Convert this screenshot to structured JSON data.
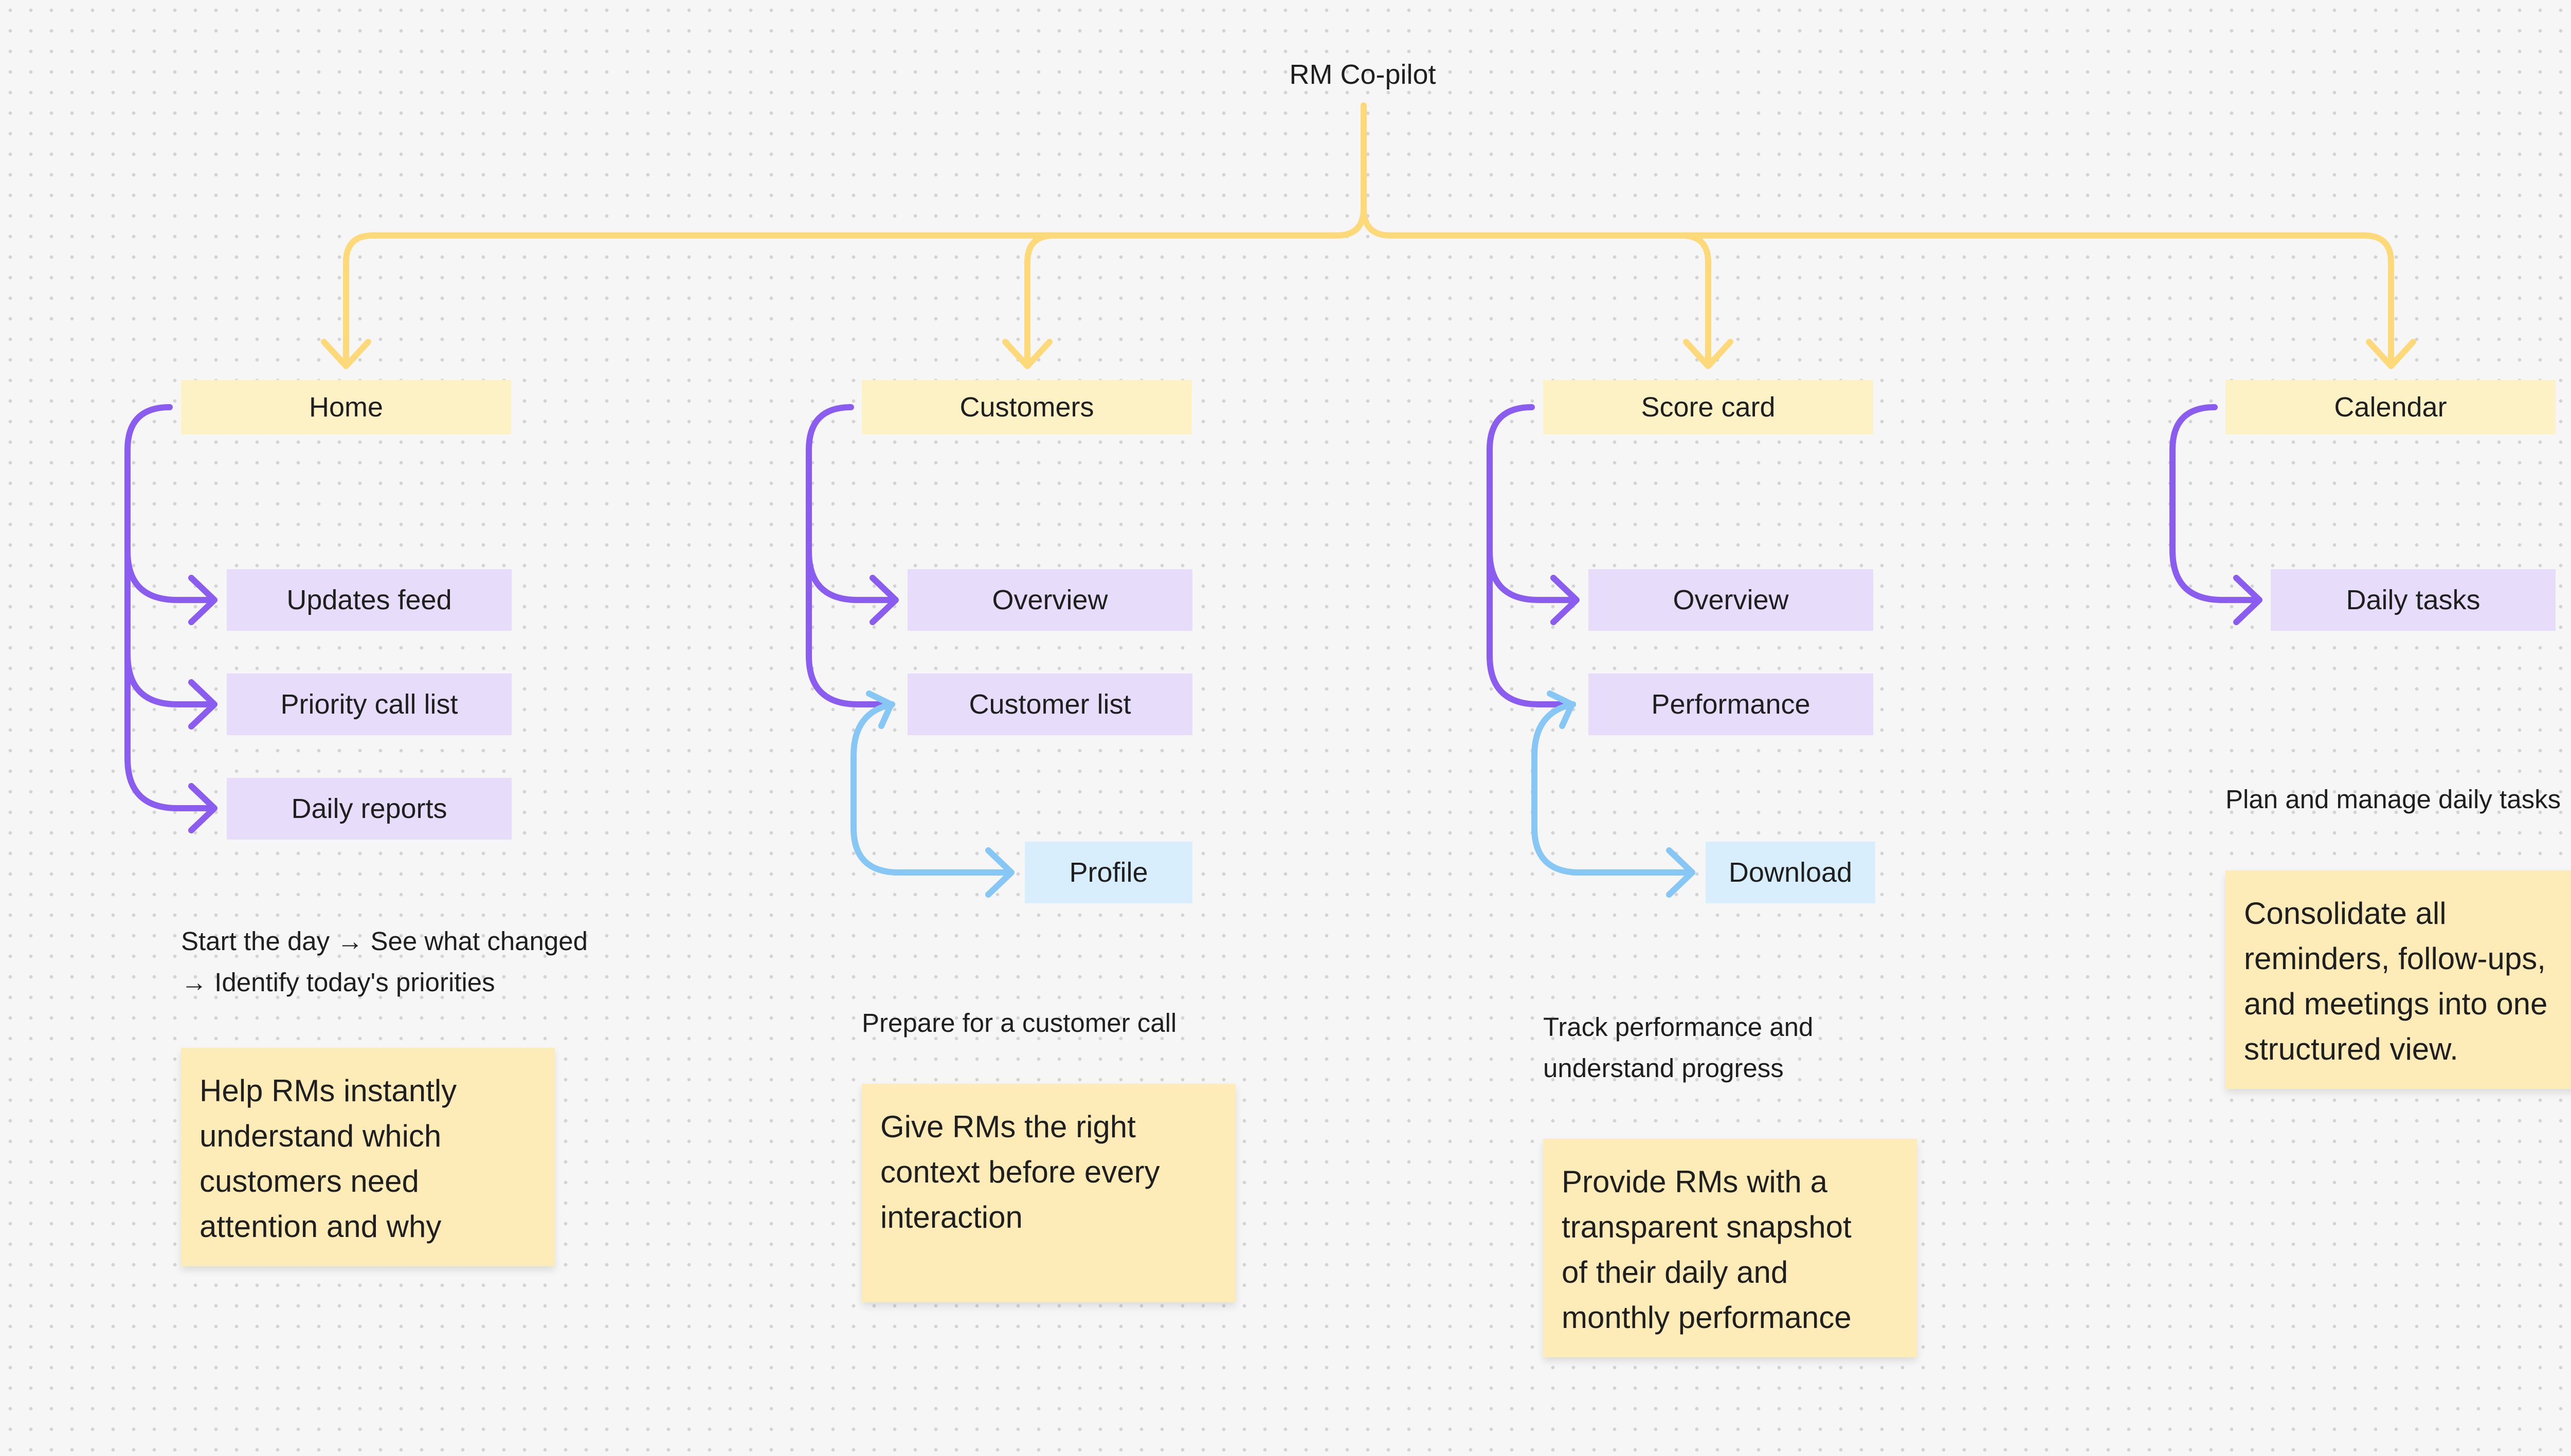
{
  "root": {
    "label": "RM Co-pilot"
  },
  "sections": [
    {
      "label": "Home",
      "children": [
        {
          "label": "Updates feed"
        },
        {
          "label": "Priority call list"
        },
        {
          "label": "Daily reports"
        }
      ],
      "description_lines": [
        "Start the day → See what changed",
        "→ Identify today's priorities"
      ],
      "note_lines": [
        "Help RMs instantly",
        "understand which",
        "customers need",
        "attention and why"
      ]
    },
    {
      "label": "Customers",
      "children": [
        {
          "label": "Overview"
        },
        {
          "label": "Customer list"
        }
      ],
      "grandchild": {
        "label": "Profile"
      },
      "description_lines": [
        "Prepare for a customer call"
      ],
      "note_lines": [
        "Give RMs the right",
        "context before every",
        "interaction"
      ]
    },
    {
      "label": "Score card",
      "children": [
        {
          "label": "Overview"
        },
        {
          "label": "Performance"
        }
      ],
      "grandchild": {
        "label": "Download"
      },
      "description_lines": [
        "Track performance and",
        "understand progress"
      ],
      "note_lines": [
        "Provide RMs with a",
        "transparent snapshot",
        "of their daily and",
        "monthly performance"
      ]
    },
    {
      "label": "Calendar",
      "children": [
        {
          "label": "Daily tasks"
        }
      ],
      "description_lines": [
        "Plan and manage daily tasks"
      ],
      "note_lines": [
        "Consolidate all",
        "reminders, follow-ups,",
        "and meetings into one",
        "structured view."
      ]
    }
  ],
  "colors": {
    "trunk": "#fdd97a",
    "child_connector": "#8b5cf0",
    "grandchild_connector": "#86c7f5",
    "section_box": "#fdf1c6",
    "child_box": "#e7dcfa",
    "grandchild_box": "#d9eefc",
    "note": "#fdebb8"
  }
}
